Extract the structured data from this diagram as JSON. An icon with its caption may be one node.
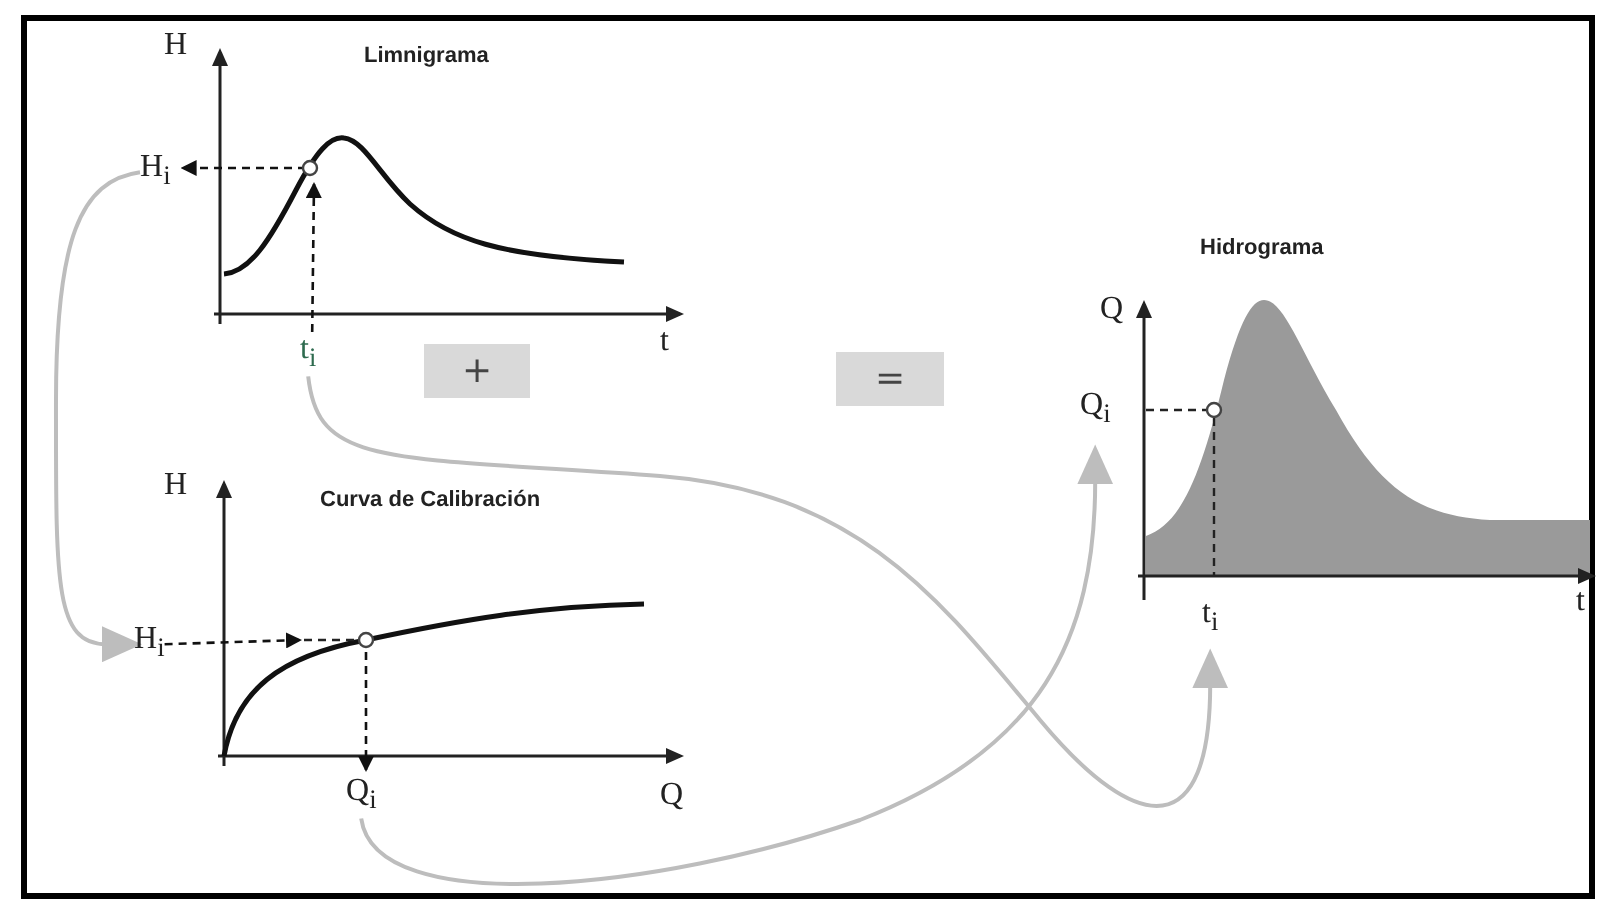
{
  "diagram": {
    "nodes": [
      {
        "text": [
          "H$_{i}$"
        ]
      },
      {
        "text": [
          "t$_{i}$"
        ]
      },
      {
        "text": [
          "+"
        ]
      },
      {
        "text": [
          "="
        ]
      },
      {
        "text": [
          "H$_{i}$"
        ]
      },
      {
        "text": [
          "Q$_{i}$"
        ]
      },
      {
        "text": [
          "Q$_{i}$"
        ]
      },
      {
        "text": [
          "t$_{i}$"
        ]
      }
    ],
    "edges": [
      {
        "from": 0,
        "to": 4,
        "arrow": "to",
        "color": "#bdbdbd"
      },
      {
        "from": 1,
        "to": 7,
        "arrow": "to",
        "color": "#bdbdbd"
      },
      {
        "from": 5,
        "to": 6,
        "arrow": "to",
        "color": "#bdbdbd"
      },
      {
        "from": 1,
        "to": null,
        "arrow": "to",
        "style": "dashed"
      },
      {
        "from": null,
        "to": 0,
        "arrow": "to",
        "style": "dashed"
      },
      {
        "from": 4,
        "to": null,
        "arrow": "to",
        "style": "dashed"
      },
      {
        "from": null,
        "to": 5,
        "arrow": "to",
        "style": "dashed"
      }
    ],
    "labels": [
      "H",
      "Limnigrama",
      "t",
      "Hidrograma",
      "Q",
      "t",
      "H",
      "Curva de Calibración",
      "Q"
    ]
  }
}
